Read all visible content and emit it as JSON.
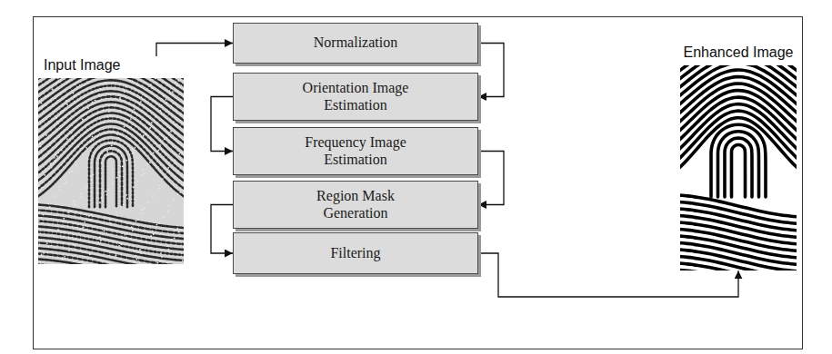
{
  "diagram": {
    "nodes": [
      {
        "text": [
          "Input Image"
        ]
      },
      {
        "text": [
          "Normalization"
        ]
      },
      {
        "text": [
          "Orientation Image Estimation"
        ]
      },
      {
        "text": [
          "Frequency Image Estimation"
        ]
      },
      {
        "text": [
          "Region Mask Generation"
        ]
      },
      {
        "text": [
          "Filtering"
        ]
      },
      {
        "text": [
          "Enhanced Image"
        ]
      }
    ],
    "edges": [
      {
        "from": 0,
        "to": 1,
        "arrow": "to"
      },
      {
        "from": 1,
        "to": 2,
        "arrow": "to"
      },
      {
        "from": 2,
        "to": 3,
        "arrow": "to"
      },
      {
        "from": 3,
        "to": 4,
        "arrow": "to"
      },
      {
        "from": 4,
        "to": 5,
        "arrow": "to"
      },
      {
        "from": 5,
        "to": 6,
        "arrow": "to"
      }
    ]
  }
}
